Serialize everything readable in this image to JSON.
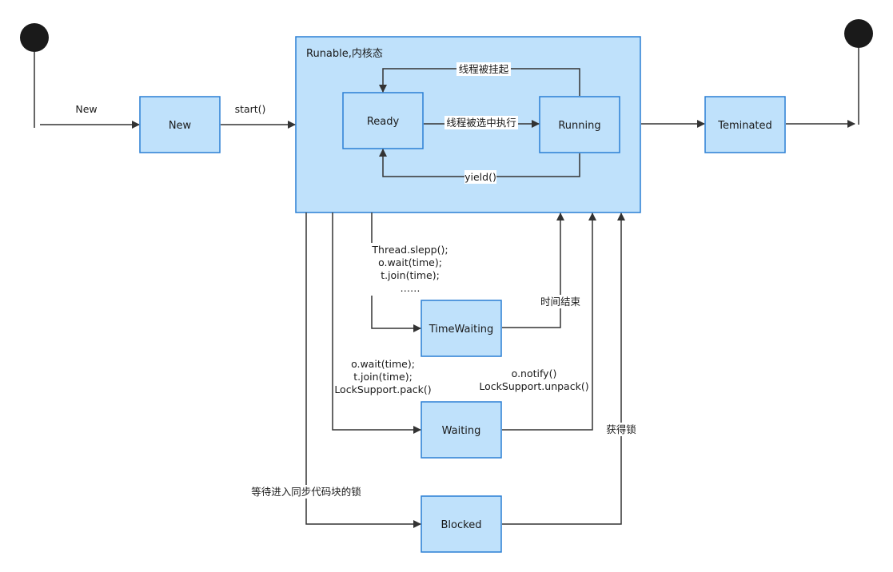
{
  "diagram": {
    "container": {
      "title": "Runable,内核态"
    },
    "states": {
      "new": "New",
      "ready": "Ready",
      "running": "Running",
      "terminated": "Teminated",
      "time_waiting": "TimeWaiting",
      "waiting": "Waiting",
      "blocked": "Blocked"
    },
    "edges": {
      "initial_to_new": "New",
      "new_to_runnable": "start()",
      "ready_to_running": "线程被选中执行",
      "running_to_ready_suspend": "线程被挂起",
      "running_to_ready_yield": "yield()",
      "to_time_waiting": [
        "Thread.slepp();",
        "o.wait(time);",
        "t.join(time);",
        "……"
      ],
      "time_waiting_return": "时间结束",
      "to_waiting": [
        "o.wait(time);",
        "t.join(time);",
        "LockSupport.pack()"
      ],
      "waiting_return": [
        "o.notify()",
        "LockSupport.unpack()"
      ],
      "to_blocked": "等待进入同步代码块的锁",
      "blocked_return": "获得锁"
    },
    "colors": {
      "node_fill": "#bfe1fb",
      "node_stroke": "#2a7fd4",
      "container_fill": "#bfe1fb",
      "line": "#333333",
      "pseudo_state": "#1a1a1a"
    }
  }
}
